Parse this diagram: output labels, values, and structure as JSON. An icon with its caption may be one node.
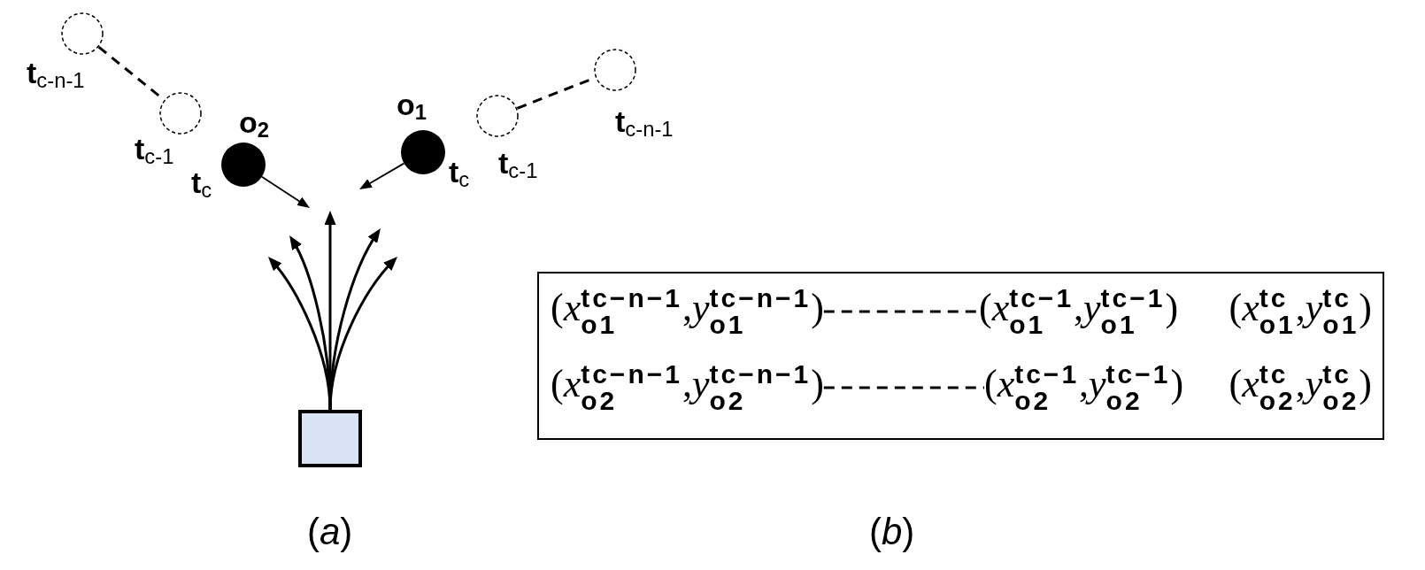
{
  "diagram": {
    "nodes": [
      {
        "text": [],
        "shape": "circle",
        "beside": [
          "t$_{c-n-1}$"
        ]
      },
      {
        "text": [],
        "shape": "circle",
        "beside": [
          "t$_{c-1}$"
        ]
      },
      {
        "text": [],
        "shape": "circle",
        "beside": [
          "o$_{2}$",
          "t$_{c}$"
        ]
      },
      {
        "text": [],
        "shape": "circle",
        "beside": [
          "o$_{1}$",
          "t$_{c}$"
        ]
      },
      {
        "text": [],
        "shape": "circle",
        "beside": [
          "t$_{c-1}$"
        ]
      },
      {
        "text": [],
        "shape": "circle",
        "beside": [
          "t$_{c-n-1}$"
        ]
      },
      {
        "text": [],
        "shape": "box"
      },
      {
        "text": [],
        "shape": "box"
      },
      {
        "text": [
          "(*x*$_{o1}$$^{tc−n−1}$,*y*$_{o1}$$^{tc−n−1}$)"
        ],
        "in": 7
      },
      {
        "text": [
          "(*x*$_{o1}$$^{tc−1}$,*y*$_{o1}$$^{tc−1}$)"
        ],
        "in": 7
      },
      {
        "text": [
          "(*x*$_{o1}$$^{tc}$,*y*$_{o1}$$^{tc}$)"
        ],
        "in": 7
      },
      {
        "text": [
          "(*x*$_{o2}$$^{tc−n−1}$,*y*$_{o2}$$^{tc−n−1}$)"
        ],
        "in": 7
      },
      {
        "text": [
          "(*x*$_{o2}$$^{tc−1}$,*y*$_{o2}$$^{tc−1}$)"
        ],
        "in": 7
      },
      {
        "text": [
          "(*x*$_{o2}$$^{tc}$,*y*$_{o2}$$^{tc}$)"
        ],
        "in": 7
      }
    ],
    "edges": [
      {
        "from": 0,
        "to": 1,
        "arrow": "none",
        "style": "dashed"
      },
      {
        "from": 2,
        "to": null,
        "arrow": "to"
      },
      {
        "from": 3,
        "to": null,
        "arrow": "to"
      },
      {
        "from": 4,
        "to": 5,
        "arrow": "none",
        "style": "dashed"
      },
      {
        "from": 6,
        "to": null,
        "arrow": "to"
      },
      {
        "from": 6,
        "to": null,
        "arrow": "to"
      },
      {
        "from": 6,
        "to": null,
        "arrow": "to"
      },
      {
        "from": 6,
        "to": null,
        "arrow": "to"
      },
      {
        "from": 6,
        "to": null,
        "arrow": "to"
      },
      {
        "from": 8,
        "to": 9,
        "arrow": "none",
        "style": "dashed"
      },
      {
        "from": 11,
        "to": 12,
        "arrow": "none",
        "style": "dashed"
      }
    ],
    "labels": [
      "(*a*)",
      "(*b*)"
    ]
  }
}
